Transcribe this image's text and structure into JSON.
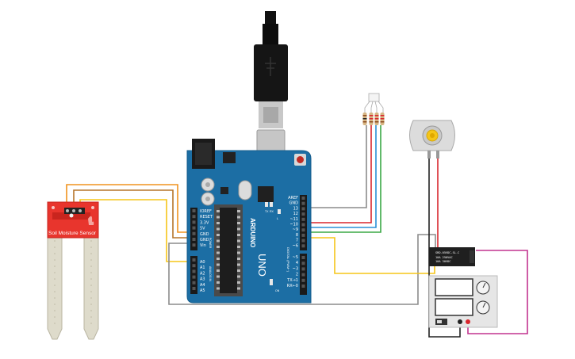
{
  "sensor": {
    "label": "Soil Moisture Sensor"
  },
  "arduino": {
    "brand": "ARDUINO",
    "model": "UNO",
    "digital_header": "DIGITAL (PWM~)",
    "analog_header": "ANALOG IN",
    "power_header": "POWER",
    "tx_led": "TX",
    "rx_led": "RX",
    "l_led": "L",
    "on_led": "ON",
    "power_pins": [
      "IOREF",
      "RESET",
      "3.3V",
      "5V",
      "GND",
      "GND",
      "Vin"
    ],
    "analog_pins": [
      "A0",
      "A1",
      "A2",
      "A3",
      "A4",
      "A5"
    ],
    "digital_pins": [
      "AREF",
      "GND",
      "13",
      "12",
      "~11",
      "~10",
      "~9",
      "8",
      "7",
      "~6",
      "~5",
      "4",
      "~3",
      "2",
      "TX→1",
      "RX←0"
    ]
  },
  "relay": {
    "line1": "SRD-05VDC-SL-C",
    "line2": "10A 250VAC",
    "line3": "10A 30VDC"
  },
  "colors": {
    "wire_orange": "#f0931e",
    "wire_yellow": "#f5c518",
    "wire_gray": "#8c8c8c",
    "wire_red": "#d9262d",
    "wire_blue": "#2a8fd6",
    "wire_green": "#3aa845",
    "wire_black": "#222222",
    "wire_magenta": "#c2338f",
    "board_blue": "#1c6ea4",
    "sensor_red": "#e8352d"
  }
}
